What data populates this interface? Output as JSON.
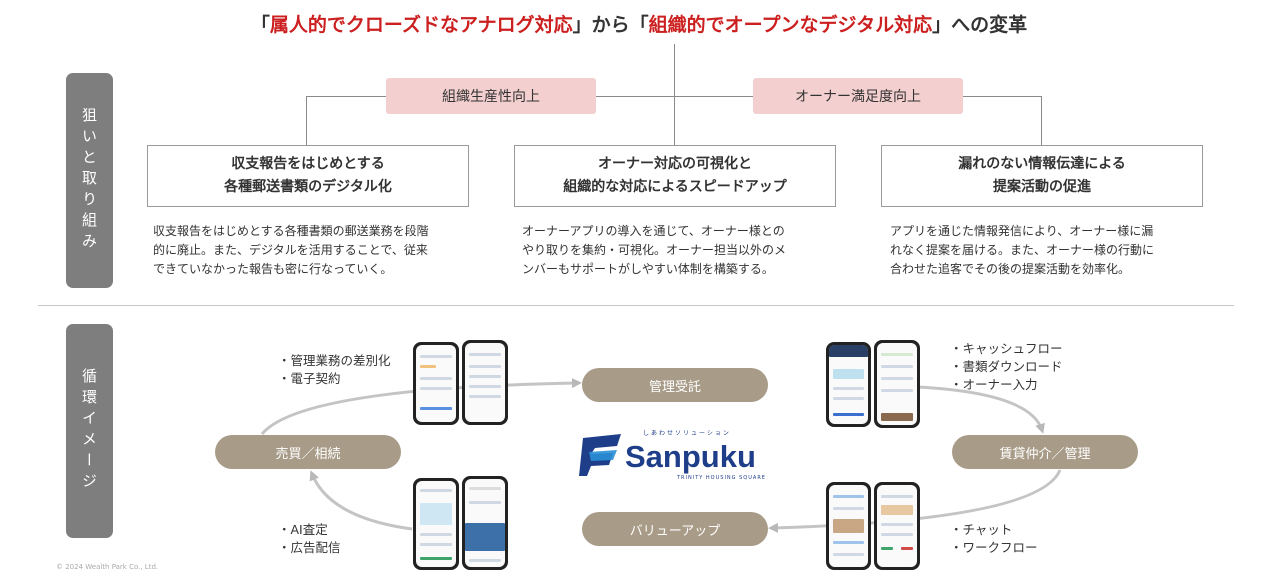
{
  "title": {
    "open1": "「",
    "red1": "属人的でクローズドなアナログ対応",
    "mid": "」から「",
    "red2": "組織的でオープンなデジタル対応",
    "end": "」への変革"
  },
  "sections": {
    "top_label": "狙いと取り組み",
    "bottom_label": "循環イメージ"
  },
  "goals": [
    {
      "label": "組織生産性向上"
    },
    {
      "label": "オーナー満足度向上"
    }
  ],
  "initiatives": [
    {
      "line1": "収支報告をはじめとする",
      "line2": "各種郵送書類のデジタル化",
      "desc": [
        "収支報告をはじめとする各種書類の郵送業務を段階",
        "的に廃止。また、デジタルを活用することで、従来",
        "できていなかった報告も密に行なっていく。"
      ]
    },
    {
      "line1": "オーナー対応の可視化と",
      "line2": "組織的な対応によるスピードアップ",
      "desc": [
        "オーナーアプリの導入を通じて、オーナー様との",
        "やり取りを集約・可視化。オーナー担当以外のメ",
        "ンバーもサポートがしやすい体制を構築する。"
      ]
    },
    {
      "line1": "漏れのない情報伝達による",
      "line2": "提案活動の促進",
      "desc": [
        "アプリを通じた情報発信により、オーナー様に漏",
        "れなく提案を届ける。また、オーナー様の行動に",
        "合わせた追客でその後の提案活動を効率化。"
      ]
    }
  ],
  "cycle": {
    "stages": {
      "top": "管理受託",
      "right": "賃貸仲介／管理",
      "bottom": "バリューアップ",
      "left": "売買／相続"
    },
    "features": {
      "top_left": [
        "・管理業務の差別化",
        "・電子契約"
      ],
      "top_right": [
        "・キャッシュフロー",
        "・書類ダウンロード",
        "・オーナー入力"
      ],
      "bottom_right": [
        "・チャット",
        "・ワークフロー"
      ],
      "bottom_left": [
        "・AI査定",
        "・広告配信"
      ]
    }
  },
  "logo": {
    "name": "Sanpuku",
    "tagline_top": "しあわせソリューション",
    "tagline_bottom": "TRINITY HOUSING SQUARE",
    "color_dark": "#1f3e8a",
    "color_light": "#2a8fd6"
  },
  "footer": "© 2024 Wealth Park Co., Ltd."
}
